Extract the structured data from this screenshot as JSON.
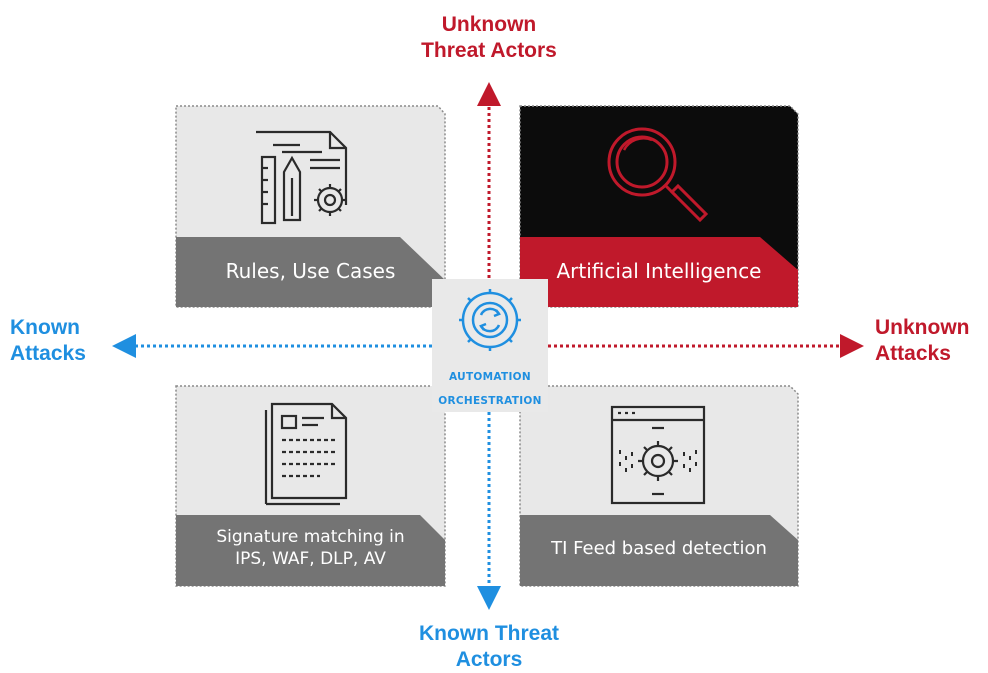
{
  "axes": {
    "top": [
      "Unknown",
      "Threat Actors"
    ],
    "bottom": [
      "Known Threat",
      "Actors"
    ],
    "left": [
      "Known",
      "Attacks"
    ],
    "right": [
      "Unknown",
      "Attacks"
    ]
  },
  "quadrants": {
    "top_left": {
      "label": "Rules, Use Cases",
      "icon": "rules-document-icon"
    },
    "top_right": {
      "label": "Artificial Intelligence",
      "icon": "magnifier-icon"
    },
    "bottom_left": {
      "label_lines": [
        "Signature matching in",
        "IPS, WAF, DLP, AV"
      ],
      "icon": "signature-document-icon"
    },
    "bottom_right": {
      "label": "TI Feed based detection",
      "icon": "browser-gear-icon"
    }
  },
  "center": {
    "lines": [
      "AUTOMATION",
      "ORCHESTRATION"
    ],
    "icon": "automation-gear-icon"
  },
  "colors": {
    "red": "#c0192b",
    "blue": "#1f8fe0",
    "card_grey": "#e6e6e6",
    "band_grey": "#737373",
    "dark": "#111111"
  }
}
